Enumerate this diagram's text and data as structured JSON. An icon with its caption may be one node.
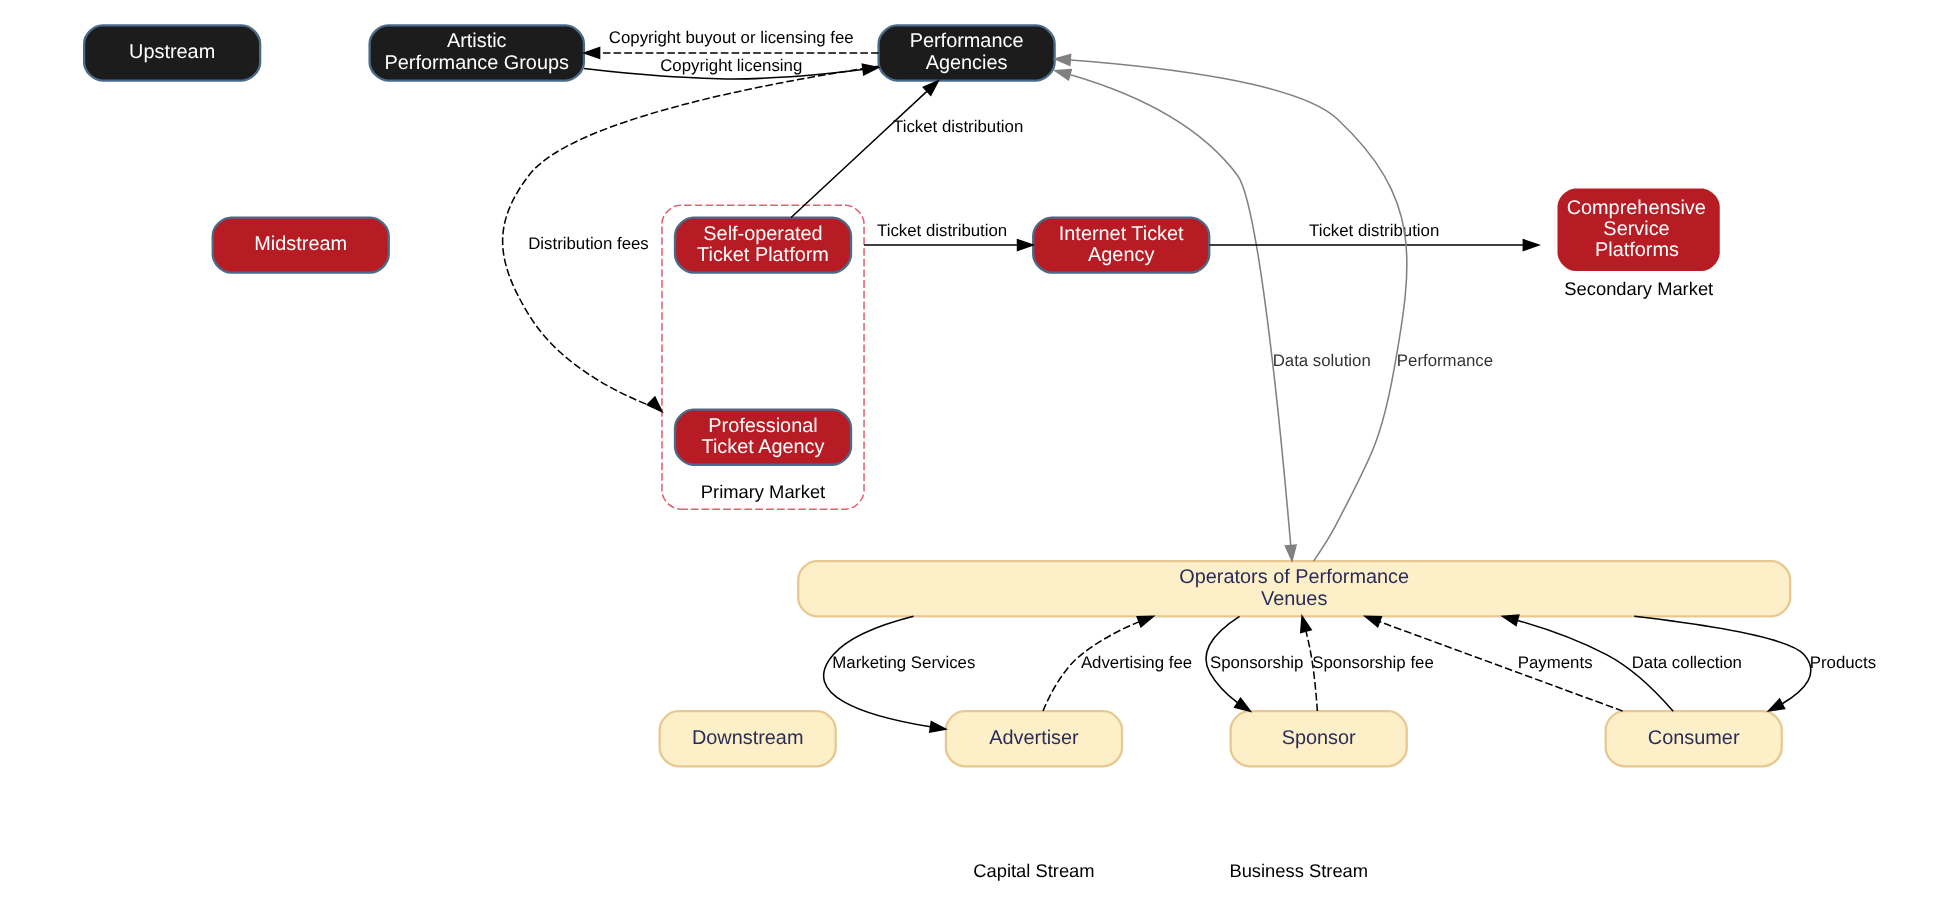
{
  "diagram": {
    "nodes": [
      {
        "text": [
          "Upstream"
        ]
      },
      {
        "text": [
          "Artistic Performance Groups"
        ]
      },
      {
        "text": [
          "Performance Agencies"
        ]
      },
      {
        "text": [
          "Midstream"
        ]
      },
      {
        "text": [],
        "shape": "box",
        "beside": [
          "Primary Market"
        ]
      },
      {
        "text": [
          "Self-operated Ticket Platform"
        ],
        "in": 4
      },
      {
        "text": [
          "Professional Ticket Agency"
        ],
        "in": 4
      },
      {
        "text": [
          "Internet Ticket Agency"
        ]
      },
      {
        "text": [
          "Comprehensive Service Platforms"
        ],
        "beside": [
          "Secondary Market"
        ]
      },
      {
        "text": [
          "Downstream"
        ]
      },
      {
        "text": [
          "Operators of Performance Venues"
        ]
      },
      {
        "text": [
          "Advertiser"
        ]
      },
      {
        "text": [
          "Sponsor"
        ]
      },
      {
        "text": [
          "Consumer"
        ]
      }
    ],
    "edges": [
      {
        "from": 2,
        "to": 1,
        "arrow": "to",
        "label": "Copyright buyout or licensing fee",
        "style": "dashed"
      },
      {
        "from": 1,
        "to": 2,
        "arrow": "to",
        "label": "Copyright licensing"
      },
      {
        "from": 2,
        "to": 4,
        "arrow": "to",
        "label": "Distribution fees",
        "style": "dashed"
      },
      {
        "from": 5,
        "to": 2,
        "arrow": "to",
        "label": "Ticket distribution"
      },
      {
        "from": 4,
        "to": 7,
        "arrow": "to",
        "label": "Ticket distribution"
      },
      {
        "from": 7,
        "to": 8,
        "arrow": "to",
        "label": "Ticket distribution"
      },
      {
        "from": 10,
        "to": 2,
        "arrow": "to",
        "label": "Performance",
        "color": "#808080"
      },
      {
        "from": 2,
        "to": 10,
        "arrow": "both",
        "label": "Data solution",
        "color": "#808080"
      },
      {
        "from": 10,
        "to": 11,
        "arrow": "to",
        "label": "Marketing Services"
      },
      {
        "from": 11,
        "to": 10,
        "arrow": "to",
        "label": "Advertising fee",
        "style": "dashed"
      },
      {
        "from": 10,
        "to": 12,
        "arrow": "to",
        "label": "Sponsorship"
      },
      {
        "from": 12,
        "to": 10,
        "arrow": "to",
        "label": "Sponsorship fee",
        "style": "dashed"
      },
      {
        "from": 10,
        "to": 13,
        "arrow": "to",
        "label": "Products"
      },
      {
        "from": 13,
        "to": 10,
        "arrow": "to",
        "label": "Payments",
        "style": "dashed"
      },
      {
        "from": 13,
        "to": 10,
        "arrow": "to",
        "label": "Data collection"
      }
    ],
    "legend": [
      {
        "text": "Capital Stream"
      },
      {
        "text": "Business Stream"
      }
    ]
  }
}
